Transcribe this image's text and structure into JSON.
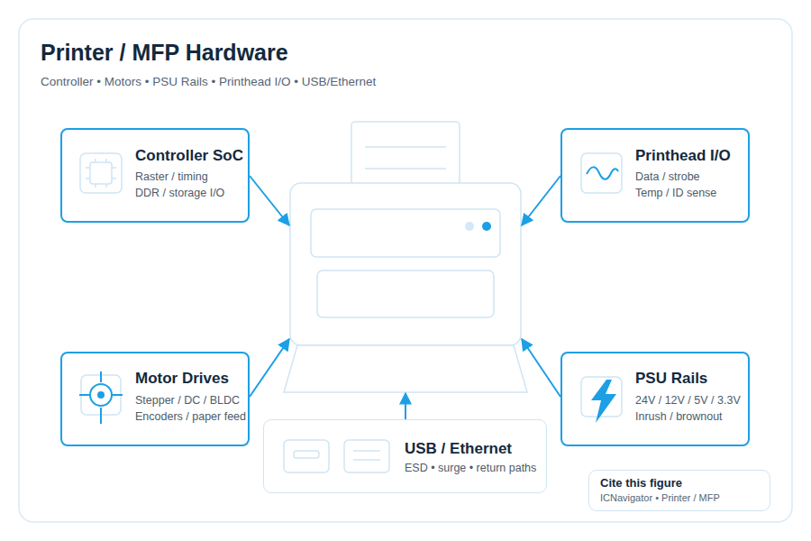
{
  "diagram": {
    "title": "Printer / MFP Hardware",
    "nodes": [
      {
        "text": [
          "Controller SoC",
          "Raster / timing",
          "DDR / storage I/O"
        ]
      },
      {
        "text": [
          "Printhead I/O",
          "Data / strobe",
          "Temp / ID sense"
        ]
      },
      {
        "text": [
          "Motor Drives",
          "Stepper / DC / BLDC",
          "Encoders / paper feed"
        ]
      },
      {
        "text": [
          "PSU Rails",
          "24V / 12V / 5V / 3.3V",
          "Inrush / brownout"
        ]
      },
      {
        "text": [
          "USB / Ethernet",
          "ESD • surge • return paths"
        ]
      },
      {
        "text": [
          "Cite this figure",
          "ICNavigator • Printer / MFP"
        ]
      }
    ],
    "labels": [
      "Controller • Motors • PSU Rails • Printhead I/O • USB/Ethernet"
    ]
  }
}
